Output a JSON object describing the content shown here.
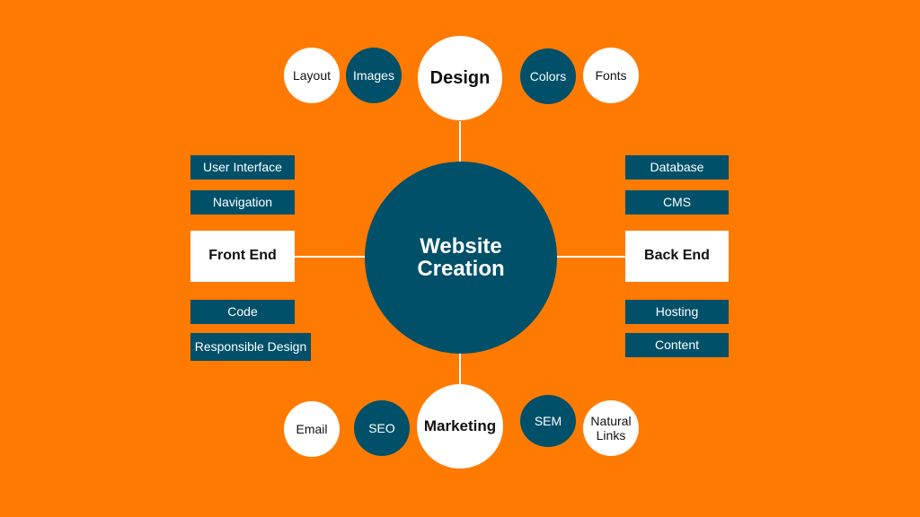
{
  "colors": {
    "background": "#ff7a00",
    "teal": "#00506a",
    "white": "#ffffff",
    "connector": "#ffffff"
  },
  "center": {
    "label": "Website\nCreation"
  },
  "design": {
    "label": "Design",
    "left": [
      "Layout",
      "Images"
    ],
    "right": [
      "Colors",
      "Fonts"
    ]
  },
  "marketing": {
    "label": "Marketing",
    "left": [
      "Email",
      "SEO"
    ],
    "right": [
      "SEM",
      "Natural\nLinks"
    ]
  },
  "front_end": {
    "label": "Front End",
    "top": [
      "User Interface",
      "Navigation"
    ],
    "bottom": [
      "Code",
      "Responsible Design"
    ]
  },
  "back_end": {
    "label": "Back End",
    "top": [
      "Database",
      "CMS"
    ],
    "bottom": [
      "Hosting",
      "Content"
    ]
  }
}
